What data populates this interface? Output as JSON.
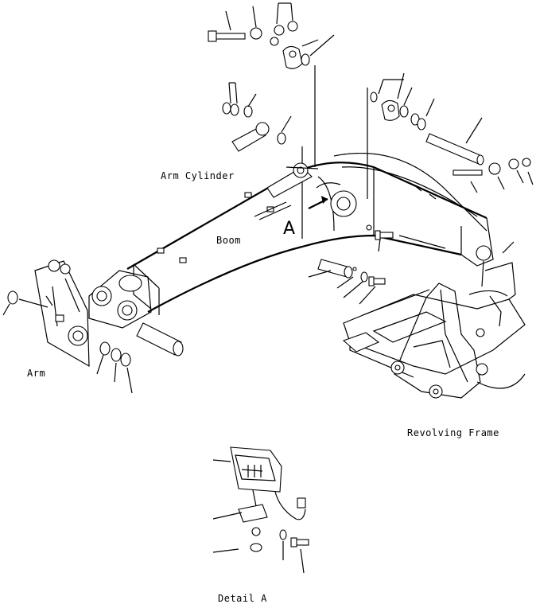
{
  "labels": {
    "arm_cylinder": "Arm Cylinder",
    "boom": "Boom",
    "arm": "Arm",
    "revolving_frame": "Revolving Frame",
    "detail_a": "Detail A",
    "view_marker": "A"
  }
}
